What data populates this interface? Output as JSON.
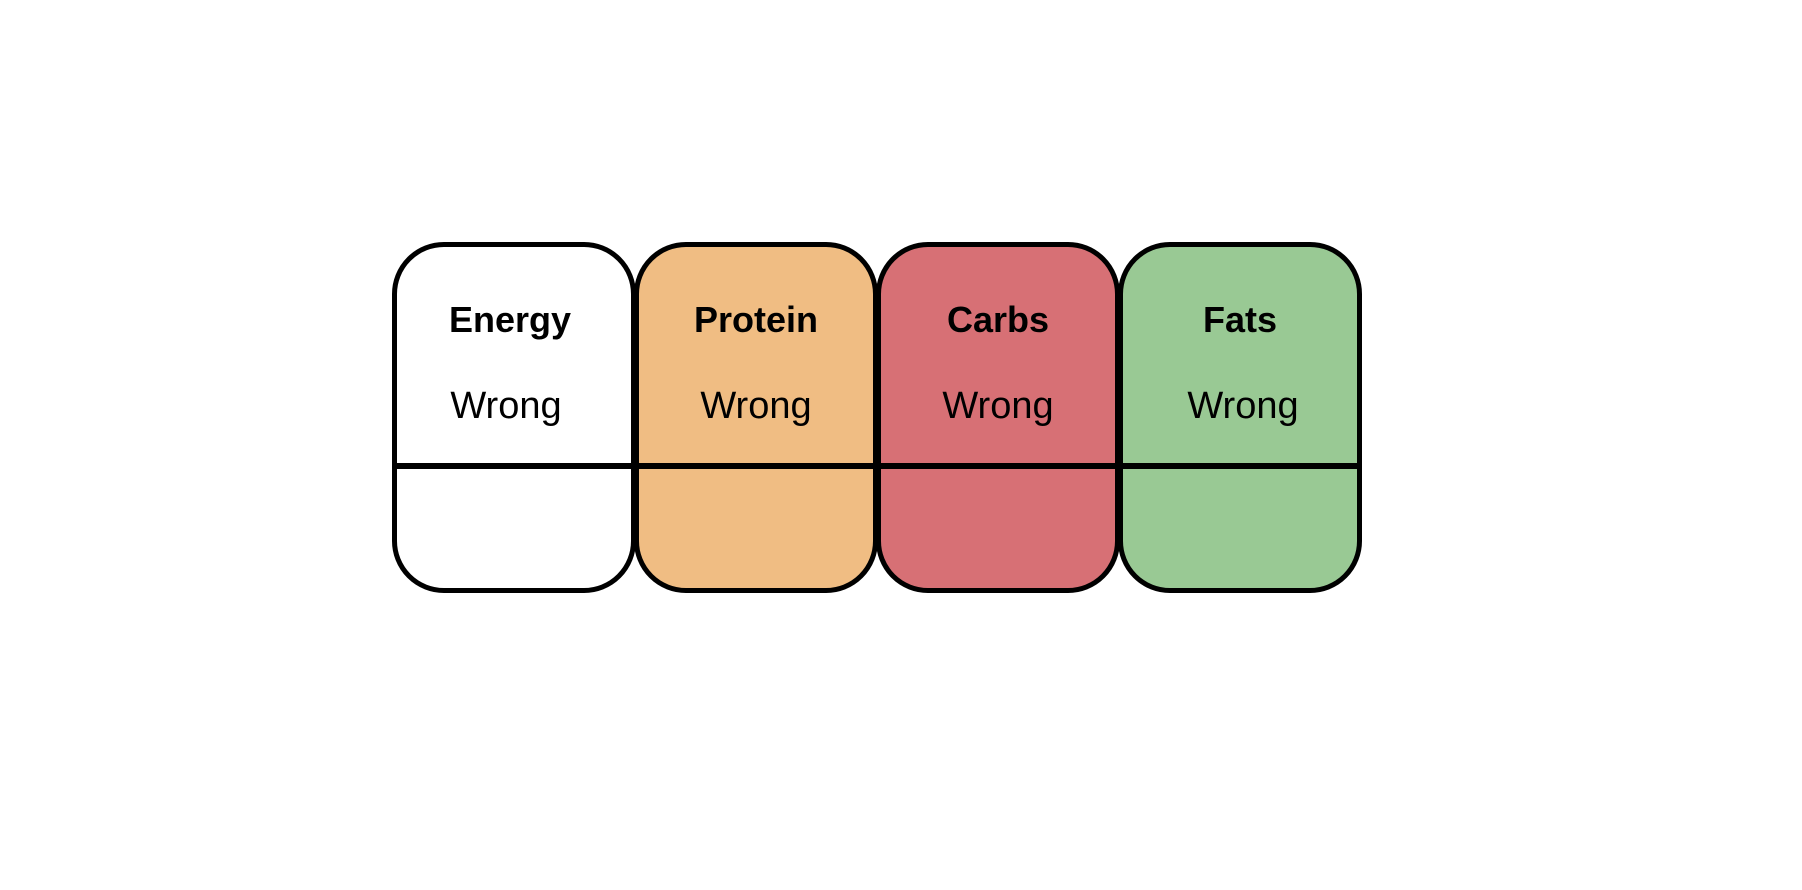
{
  "cards": [
    {
      "title": "Energy",
      "value": "Wrong",
      "color": "#ffffff"
    },
    {
      "title": "Protein",
      "value": "Wrong",
      "color": "#f0bd83"
    },
    {
      "title": "Carbs",
      "value": "Wrong",
      "color": "#d77075"
    },
    {
      "title": "Fats",
      "value": "Wrong",
      "color": "#99c994"
    }
  ]
}
